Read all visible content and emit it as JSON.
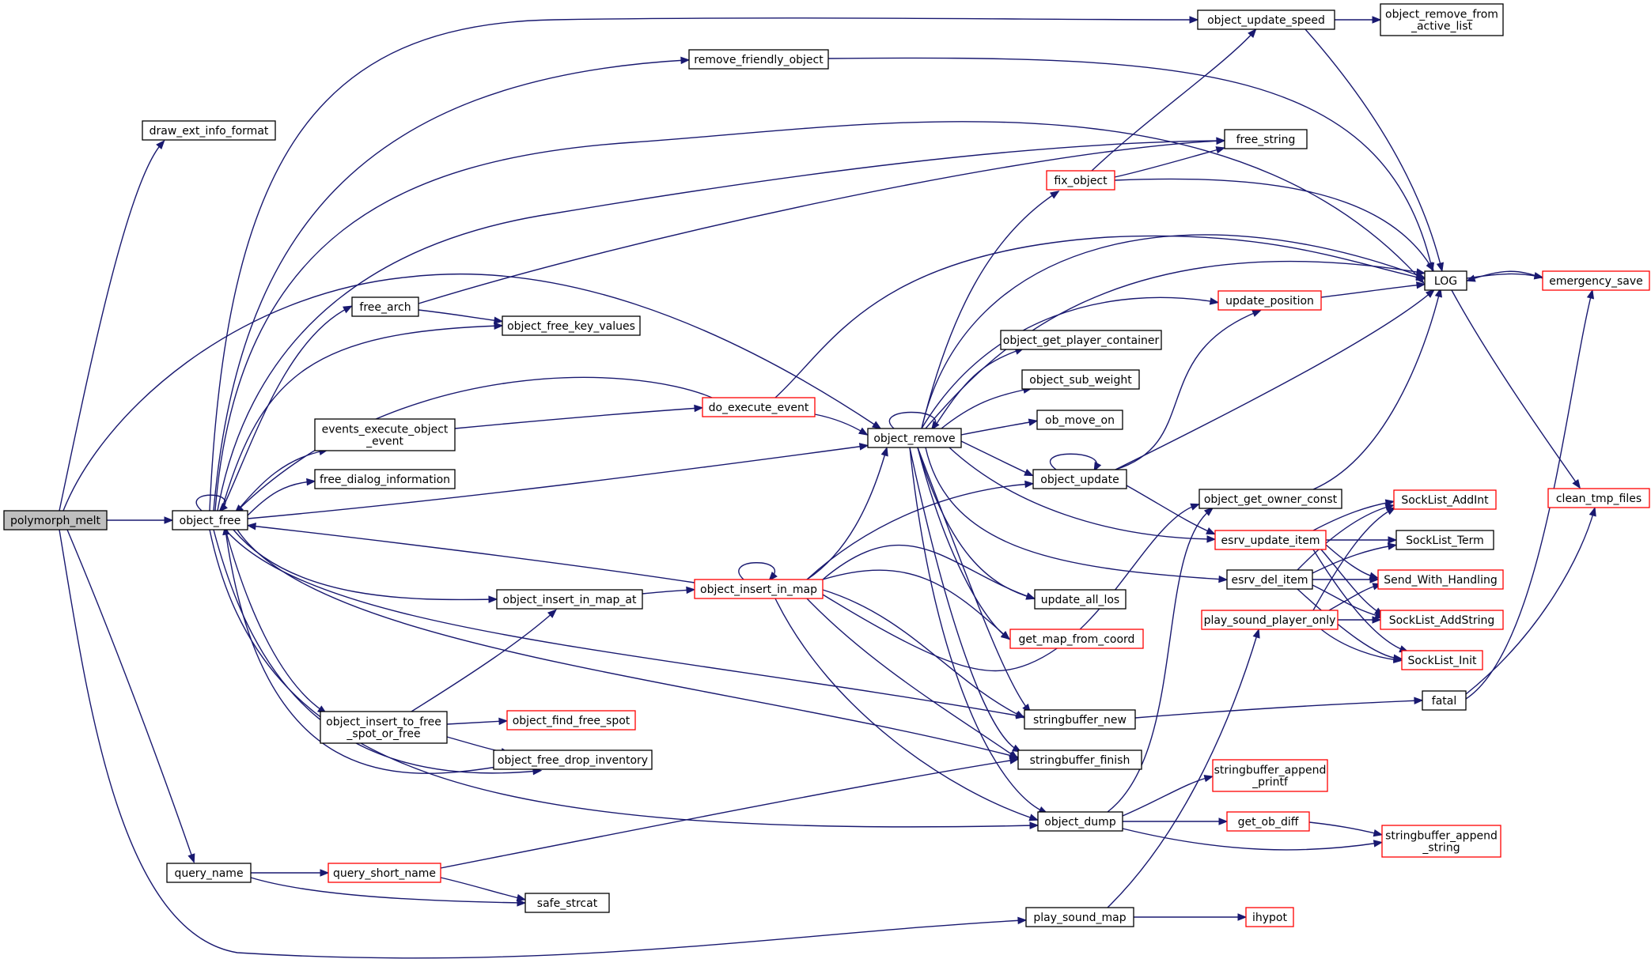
{
  "colors": {
    "edge": "#191970",
    "node_border": "#000000",
    "node_border_truncated": "#ff0000",
    "node_fill": "#ffffff",
    "root_fill": "#bfbfbf"
  },
  "nodes": {
    "polymorph_melt": "polymorph_melt",
    "draw_ext_info_format": "draw_ext_info_format",
    "object_free": "object_free",
    "query_name": "query_name",
    "query_short_name": "query_short_name",
    "safe_strcat": "safe_strcat",
    "free_arch": "free_arch",
    "object_free_key_values": "object_free_key_values",
    "events_execute_object_event": "events_execute_object\n_event",
    "free_dialog_information": "free_dialog_information",
    "object_insert_in_map_at": "object_insert_in_map_at",
    "object_insert_to_free_spot_or_free": "object_insert_to_free\n_spot_or_free",
    "object_find_free_spot": "object_find_free_spot",
    "object_free_drop_inventory": "object_free_drop_inventory",
    "remove_friendly_object": "remove_friendly_object",
    "object_update_speed": "object_update_speed",
    "object_remove_from_active_list": "object_remove_from\n_active_list",
    "do_execute_event": "do_execute_event",
    "object_insert_in_map": "object_insert_in_map",
    "object_remove": "object_remove",
    "fix_object": "fix_object",
    "free_string": "free_string",
    "update_position": "update_position",
    "object_get_player_container": "object_get_player_container",
    "object_sub_weight": "object_sub_weight",
    "ob_move_on": "ob_move_on",
    "object_update": "object_update",
    "update_all_los": "update_all_los",
    "get_map_from_coord": "get_map_from_coord",
    "stringbuffer_new": "stringbuffer_new",
    "stringbuffer_finish": "stringbuffer_finish",
    "object_dump": "object_dump",
    "play_sound_map": "play_sound_map",
    "ihypot": "ihypot",
    "object_get_owner_const": "object_get_owner_const",
    "esrv_update_item": "esrv_update_item",
    "esrv_del_item": "esrv_del_item",
    "play_sound_player_only": "play_sound_player_only",
    "stringbuffer_append_printf": "stringbuffer_append\n_printf",
    "get_ob_diff": "get_ob_diff",
    "stringbuffer_append_string": "stringbuffer_append\n_string",
    "LOG": "LOG",
    "emergency_save": "emergency_save",
    "clean_tmp_files": "clean_tmp_files",
    "fatal": "fatal",
    "SockList_AddInt": "SockList_AddInt",
    "SockList_Term": "SockList_Term",
    "Send_With_Handling": "Send_With_Handling",
    "SockList_AddString": "SockList_AddString",
    "SockList_Init": "SockList_Init"
  }
}
